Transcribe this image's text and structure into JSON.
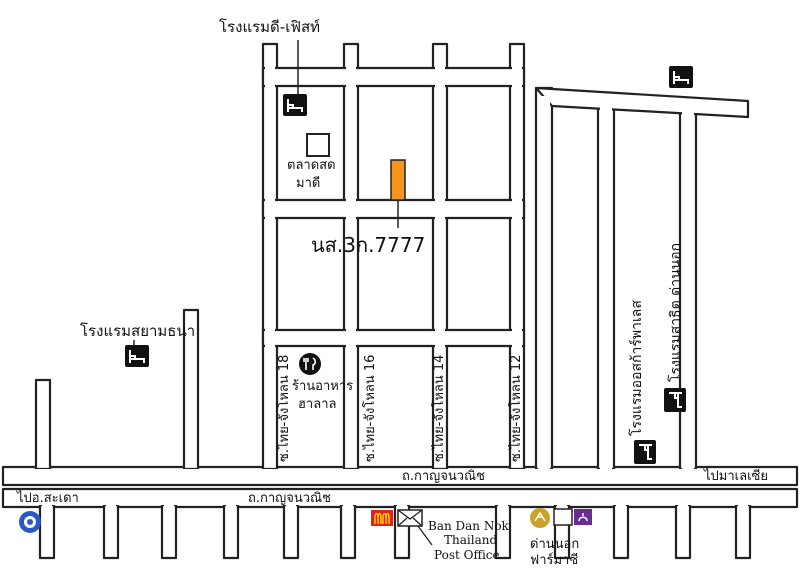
{
  "hotels": {
    "d_first": "โรงแรมดี-เฟิสท์",
    "siam_thana": "โรงแรมสยามธนา",
    "sathit": "โรงแรมสาธิต ด่านนอก",
    "os_palace": "โรงแรมออสก้าร์พาเลส"
  },
  "market": {
    "line1": "ตลาดสด",
    "line2": "มาดี"
  },
  "plate": "นส.3ก.7777",
  "restaurant": {
    "line1": "ร้านอาหาร",
    "line2": "ฮาลาล"
  },
  "sois": {
    "soi18": "ซ.ไทย-จังโหลน 18",
    "soi16": "ซ.ไทย-จังโหลน 16",
    "soi14": "ซ.ไทย-จังโหลน 14",
    "soi12": "ซ.ไทย-จังโหลน 12"
  },
  "roads": {
    "kanchanavanich_upper": "ถ.กาญจนวณิช",
    "kanchanavanich_lower": "ถ.กาญจนวณิช"
  },
  "directions": {
    "to_malaysia": "ไปมาเลเซีย",
    "to_sadao": "ไปอ.สะเดา"
  },
  "post_office": {
    "line1": "Ban Dan Nok",
    "line2": "Thailand",
    "line3": "Post Office"
  },
  "pharmacy": {
    "line1": "ด่านนอก",
    "line2": "ฟาร์มาซี"
  },
  "colors": {
    "parking": "#f7941d",
    "road_stroke": "#222222",
    "icon_bg": "#111111",
    "mcd": "#e2231a",
    "bank_gold": "#c9a227",
    "bank_purple": "#6b2c91",
    "police_blue": "#2b59c3"
  }
}
